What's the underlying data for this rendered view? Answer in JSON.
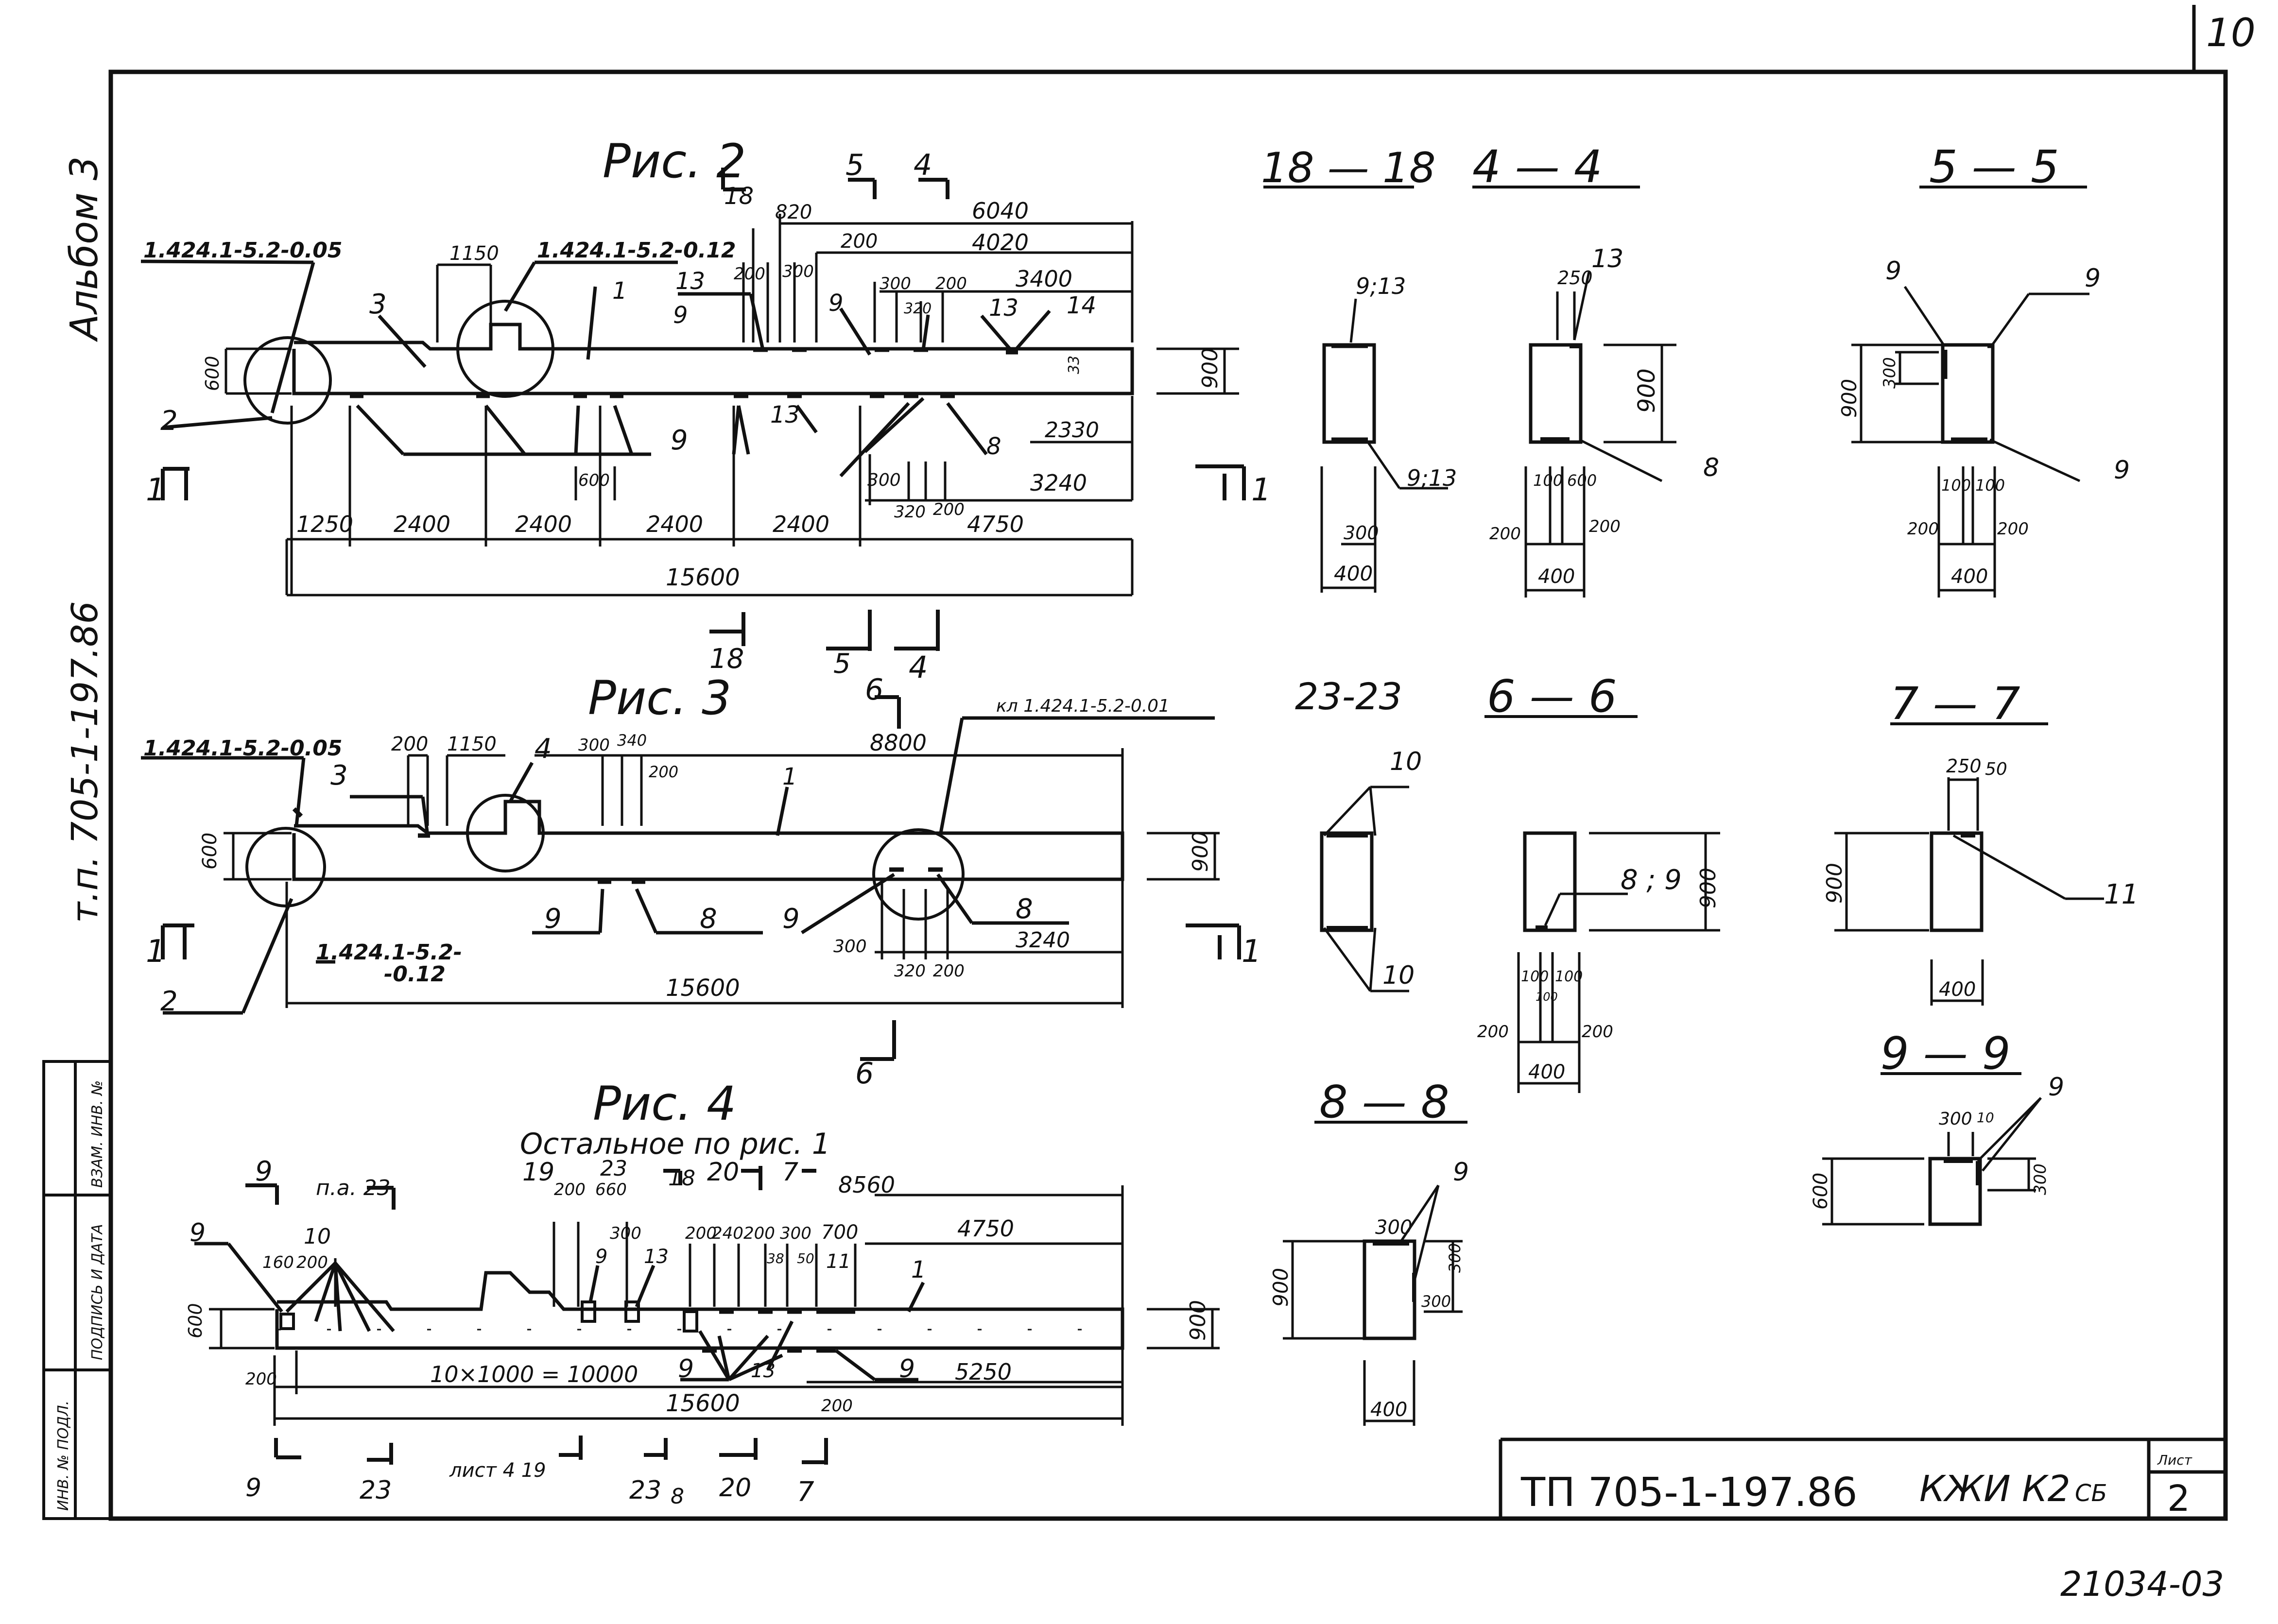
{
  "corner": {
    "page_number": "10"
  },
  "side": {
    "album": "Альбом 3",
    "project_code": "т.п. 705-1-197.86",
    "stamp_cols": [
      "ИНВ. № ПОДЛ.",
      "ПОДПИСЬ И ДАТА",
      "ВЗАМ. ИНВ. №"
    ]
  },
  "fig2": {
    "title": "Рис. 2",
    "refs": {
      "left": "1.424.1-5.2-0.05",
      "mid": "1.424.1-5.2-0.12"
    },
    "cut_top": [
      "18",
      "5",
      "4"
    ],
    "cut_bottom": [
      "18",
      "5",
      "4"
    ],
    "section_mark": "1",
    "pos": [
      "1",
      "2",
      "3",
      "8",
      "9",
      "9",
      "9",
      "13",
      "13",
      "13",
      "14"
    ],
    "dims_top": [
      "6040",
      "4020",
      "3400",
      "1150",
      "820",
      "200",
      "300",
      "200",
      "300",
      "200",
      "320",
      "200"
    ],
    "dims_small": [
      "600",
      "900",
      "600",
      "33",
      "2330",
      "300",
      "320",
      "200",
      "3240"
    ],
    "spans": [
      "1250",
      "2400",
      "2400",
      "2400",
      "2400",
      "4750"
    ],
    "total": "15600"
  },
  "fig3": {
    "title": "Рис. 3",
    "refs": {
      "left": "1.424.1-5.2-0.05",
      "mid_a": "1.424.1-5.2-",
      "mid_b": "-0.12",
      "right": "кл 1.424.1-5.2-0.01"
    },
    "cut": "6",
    "section_mark": "1",
    "pos": [
      "1",
      "2",
      "3",
      "4",
      "8",
      "8",
      "9",
      "9"
    ],
    "dims": [
      "200",
      "1150",
      "300",
      "340",
      "200",
      "8800",
      "600",
      "900",
      "300",
      "320",
      "200",
      "3240"
    ],
    "total": "15600"
  },
  "fig4": {
    "title": "Рис. 4",
    "note": "Остальное по рис. 1",
    "pa": "п.а. 23",
    "cuts_top": [
      "9",
      "19",
      "23",
      "18",
      "20",
      "7"
    ],
    "cuts_bottom": [
      "9",
      "23",
      "лист 4 19",
      "23",
      "8",
      "20",
      "7"
    ],
    "pos": [
      "1",
      "9",
      "9",
      "9",
      "9",
      "9",
      "10",
      "11",
      "13",
      "13"
    ],
    "dims": [
      "160",
      "200",
      "200",
      "660",
      "300",
      "200",
      "240",
      "200",
      "300",
      "700",
      "8560",
      "4750",
      "38",
      "50",
      "600",
      "900",
      "200",
      "200",
      "5250"
    ],
    "pitch": "10×1000 = 10000",
    "total": "15600"
  },
  "sections": {
    "s18": {
      "title": "18 — 18",
      "labels": [
        "9;13",
        "9;13",
        "300",
        "400"
      ]
    },
    "s44": {
      "title": "4 — 4",
      "labels": [
        "250",
        "13",
        "900",
        "8",
        "100",
        "600",
        "200",
        "200",
        "400"
      ]
    },
    "s55": {
      "title": "5 — 5",
      "labels": [
        "9",
        "9",
        "9",
        "900",
        "300",
        "100",
        "100",
        "200",
        "200",
        "400"
      ]
    },
    "s23": {
      "title": "23-23",
      "labels": [
        "10",
        "10"
      ]
    },
    "s66": {
      "title": "6 — 6",
      "labels": [
        "8 ; 9",
        "900",
        "100",
        "100",
        "100",
        "200",
        "200",
        "400"
      ]
    },
    "s77": {
      "title": "7 — 7",
      "labels": [
        "250",
        "50",
        "900",
        "11",
        "400"
      ]
    },
    "s88": {
      "title": "8 — 8",
      "labels": [
        "300",
        "9",
        "900",
        "300",
        "300",
        "400"
      ]
    },
    "s99": {
      "title": "9 — 9",
      "labels": [
        "300",
        "10",
        "9",
        "600",
        "300"
      ]
    }
  },
  "titleblock": {
    "code": "ТП 705-1-197.86",
    "mark": "КЖИ К2",
    "suffix": "СБ",
    "sheet_label": "Лист",
    "sheet": "2"
  },
  "footer": {
    "number": "21034-03"
  }
}
